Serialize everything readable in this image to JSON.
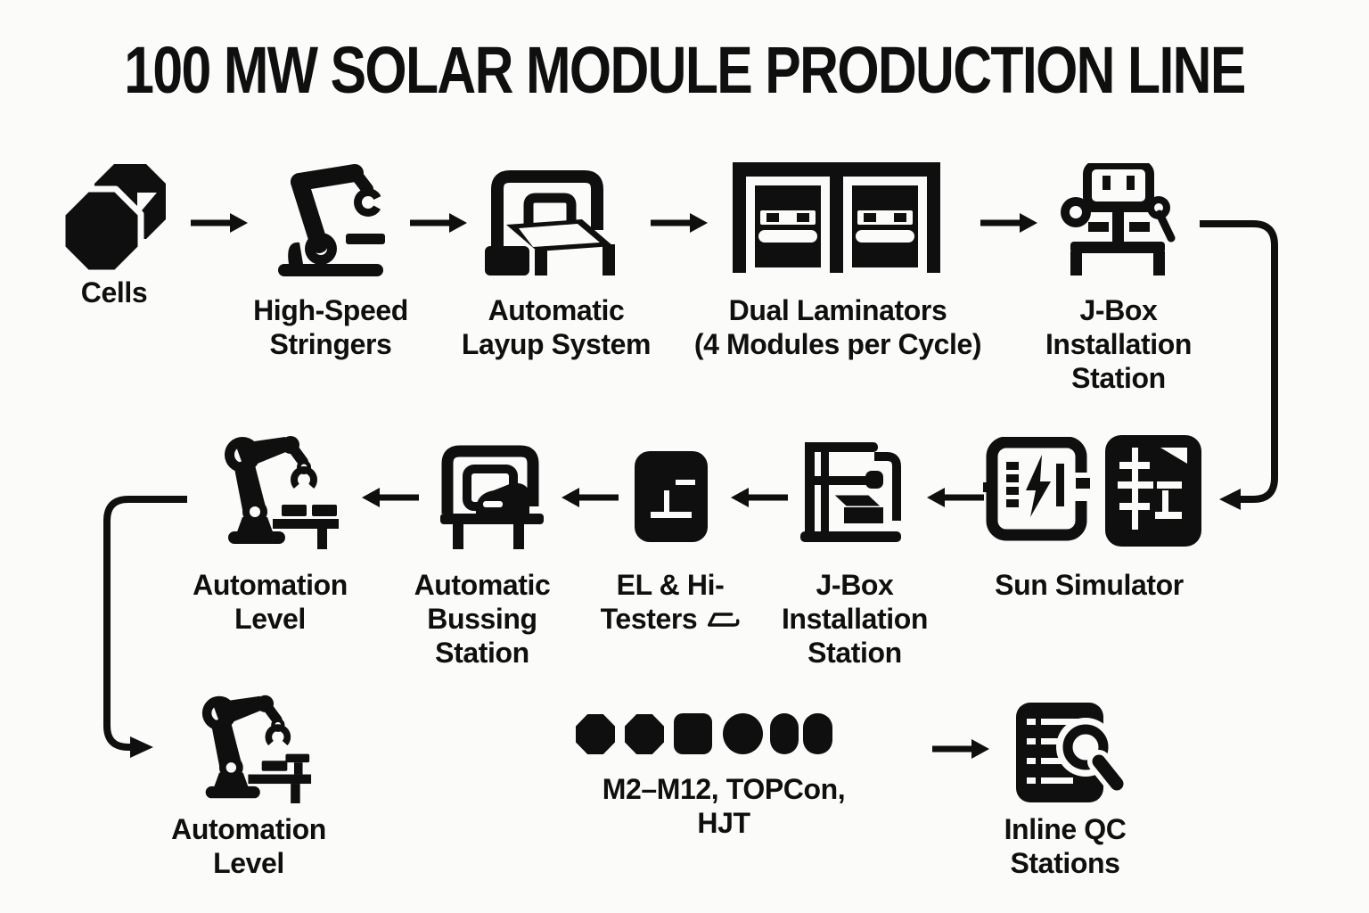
{
  "title": "100 MW SOLAR MODULE PRODUCTION LINE",
  "colors": {
    "ink": "#0f0f0f",
    "background": "#fbfbfa"
  },
  "stations": {
    "cells": {
      "lines": [
        "Cells"
      ],
      "icon": "solar-cells-icon"
    },
    "stringers": {
      "lines": [
        "High-Speed",
        "Stringers"
      ],
      "icon": "robot-arm-wrench-icon"
    },
    "layup": {
      "lines": [
        "Automatic",
        "Layup System"
      ],
      "icon": "layup-table-icon"
    },
    "laminators": {
      "lines": [
        "Dual Laminators",
        "(4 Modules per Cycle)"
      ],
      "icon": "dual-chamber-laminator-icon"
    },
    "jbox_install_1": {
      "lines": [
        "J-Box",
        "Installation",
        "Station"
      ],
      "icon": "jbox-machine-icon"
    },
    "sun_simulator": {
      "lines": [
        "Sun Simulator"
      ],
      "icon": "flash-tester-panel-icon"
    },
    "jbox_install_2": {
      "lines": [
        "J-Box",
        "Installation",
        "Station"
      ],
      "icon": "jbox-press-icon"
    },
    "el_hi_testers": {
      "lines": [
        "EL & Hi-",
        "Testers"
      ],
      "icon": "el-tester-badge-icon"
    },
    "bussing": {
      "lines": [
        "Automatic",
        "Bussing",
        "Station"
      ],
      "icon": "bussing-iron-icon"
    },
    "automation_level_2": {
      "lines": [
        "Automation",
        "Level"
      ],
      "icon": "robot-arm-gripper-icon"
    },
    "automation_level_3": {
      "lines": [
        "Automation",
        "Level"
      ],
      "icon": "robot-arm-gripper-icon"
    },
    "inline_qc": {
      "lines": [
        "Inline QC",
        "Stations"
      ],
      "icon": "checklist-magnifier-icon"
    }
  },
  "cell_formats": {
    "lines": [
      "M2–M12, TOPCon,",
      "HJT"
    ],
    "shapes": [
      "octagon",
      "octagon",
      "rounded-square",
      "circle",
      "pill-narrow",
      "pill"
    ]
  }
}
